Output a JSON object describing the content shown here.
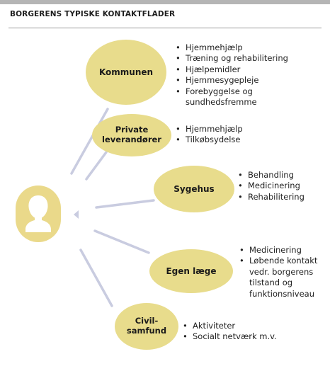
{
  "title": "BORGERENS TYPISKE KONTAKTFLADER",
  "colors": {
    "node_fill": "#e8dc8c",
    "connector": "#c9cce0",
    "rule": "#9a9a9a",
    "top_bar": "#b5b5b5"
  },
  "icon": "person-silhouette-icon",
  "nodes": [
    {
      "label": "Kommunen",
      "items": [
        "Hjemmehjælp",
        "Træning og rehabilitering",
        "Hjælpemidler",
        "Hjemmesygepleje",
        "Forebyggelse og\nsundhedsfremme"
      ]
    },
    {
      "label": "Private\nleverandører",
      "items": [
        "Hjemmehjælp",
        "Tilkøbsydelse"
      ]
    },
    {
      "label": "Sygehus",
      "items": [
        "Behandling",
        "Medicinering",
        "Rehabilitering"
      ]
    },
    {
      "label": "Egen læge",
      "items": [
        "Medicinering",
        "Løbende kontakt\nvedr. borgerens\ntilstand og\nfunktionsniveau"
      ]
    },
    {
      "label": "Civil-\nsamfund",
      "items": [
        "Aktiviteter",
        "Socialt netværk m.v."
      ]
    }
  ]
}
